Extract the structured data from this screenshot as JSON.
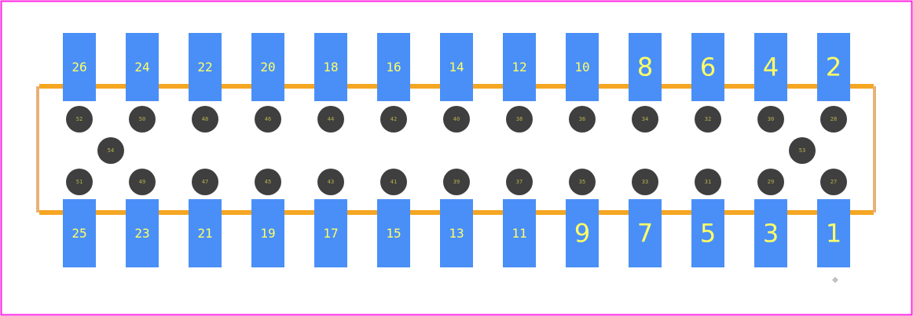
{
  "colors": {
    "background": "#ffffff",
    "board_outline": "#ff26e2",
    "body_outline": "#f5a623",
    "body_side": "#e8b07a",
    "pad": "#4a8ff7",
    "pad_label": "#ffff66",
    "hole": "#3f3f3f",
    "hole_label": "#b6b34f",
    "marker": "#c0c0c0"
  },
  "pads": {
    "top": [
      "26",
      "24",
      "22",
      "20",
      "18",
      "16",
      "14",
      "12",
      "10",
      "8",
      "6",
      "4",
      "2"
    ],
    "bottom": [
      "25",
      "23",
      "21",
      "19",
      "17",
      "15",
      "13",
      "11",
      "9",
      "7",
      "5",
      "3",
      "1"
    ]
  },
  "holes": {
    "upper": [
      "52",
      "50",
      "48",
      "46",
      "44",
      "42",
      "40",
      "38",
      "36",
      "34",
      "32",
      "30",
      "28"
    ],
    "lower": [
      "51",
      "49",
      "47",
      "45",
      "43",
      "41",
      "39",
      "37",
      "35",
      "33",
      "31",
      "29",
      "27"
    ],
    "left_middle": "54",
    "right_middle": "53"
  },
  "marker": {
    "shape": "diamond",
    "position": "bottom-right"
  }
}
